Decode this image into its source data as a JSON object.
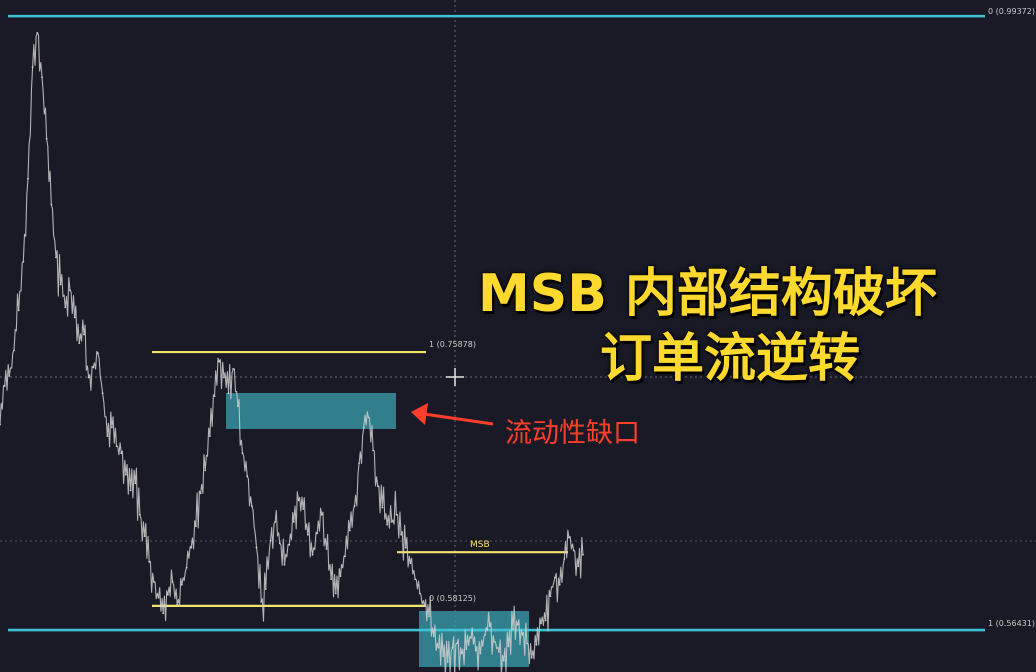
{
  "headline": {
    "line1": "MSB 内部结构破坏",
    "line2": "订单流逆转"
  },
  "annotation": {
    "text": "流动性缺口"
  },
  "colors": {
    "background": "#1a1a26",
    "price": "#cfcfcf",
    "level_line": "#f4e36b",
    "range_line": "#3fc2d6",
    "zone_fill": "#3aa6b4",
    "arrow": "#ff3e2c",
    "headline": "#ffd92e"
  },
  "chart_data": {
    "type": "line",
    "series": [
      {
        "values": [
          0.708,
          0.735,
          0.742,
          0.76,
          0.788,
          0.822,
          0.88,
          0.958,
          0.982,
          0.951,
          0.908,
          0.862,
          0.825,
          0.806,
          0.79,
          0.802,
          0.783,
          0.765,
          0.771,
          0.741,
          0.748,
          0.758,
          0.73,
          0.7,
          0.706,
          0.693,
          0.688,
          0.673,
          0.662,
          0.667,
          0.645,
          0.63,
          0.612,
          0.598,
          0.587,
          0.576,
          0.589,
          0.598,
          0.582,
          0.596,
          0.608,
          0.622,
          0.637,
          0.66,
          0.676,
          0.7,
          0.728,
          0.752,
          0.741,
          0.73,
          0.747,
          0.721,
          0.688,
          0.672,
          0.651,
          0.622,
          0.584,
          0.593,
          0.627,
          0.64,
          0.625,
          0.61,
          0.624,
          0.64,
          0.655,
          0.649,
          0.631,
          0.617,
          0.632,
          0.645,
          0.621,
          0.6,
          0.59,
          0.602,
          0.616,
          0.634,
          0.651,
          0.681,
          0.706,
          0.713,
          0.69,
          0.665,
          0.65,
          0.638,
          0.64,
          0.645,
          0.631,
          0.622,
          0.611,
          0.6,
          0.59,
          0.581,
          0.574,
          0.56,
          0.552,
          0.546,
          0.542,
          0.552,
          0.555,
          0.548,
          0.551,
          0.559,
          0.55,
          0.548,
          0.561,
          0.567,
          0.556,
          0.549,
          0.543,
          0.553,
          0.565,
          0.568,
          0.561,
          0.555,
          0.545,
          0.554,
          0.569,
          0.571,
          0.588,
          0.601,
          0.596,
          0.614,
          0.629,
          0.62,
          0.609,
          0.617
        ]
      }
    ],
    "levels": [
      {
        "label": "0 (0.99372)",
        "value": 0.99372
      },
      {
        "label": "1 (0.75878)",
        "value": 0.75878
      },
      {
        "label": "MSB",
        "value": 0.6188
      },
      {
        "label": "0 (0.58125)",
        "value": 0.58125
      },
      {
        "label": "1 (0.56431)",
        "value": 0.56431
      }
    ],
    "ylim": [
      0.535,
      1.005
    ],
    "grid": false
  }
}
